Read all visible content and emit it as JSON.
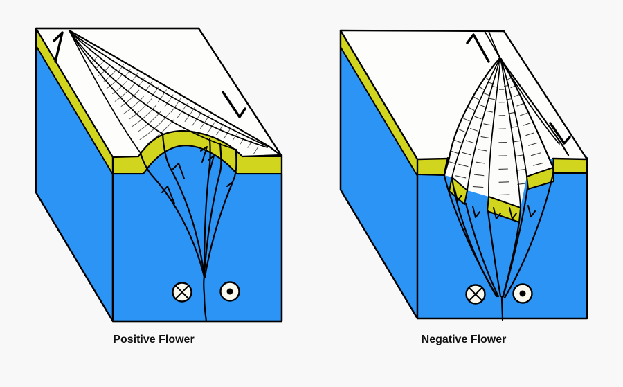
{
  "page": {
    "background": "#f7f8f7"
  },
  "colors": {
    "block_blue": "#2b94f5",
    "layer_yellow": "#d2d51e",
    "top_surface": "#fdfdfc",
    "outline": "#000000",
    "hatch": "#222222",
    "symbol_fill": "#faf9ee"
  },
  "diagrams": [
    {
      "id": "positive-flower",
      "label": "Positive Flower",
      "symbols": {
        "into_page": "⊗",
        "out_of_page": "⊙"
      }
    },
    {
      "id": "negative-flower",
      "label": "Negative Flower",
      "symbols": {
        "into_page": "⊗",
        "out_of_page": "⊙"
      }
    }
  ]
}
